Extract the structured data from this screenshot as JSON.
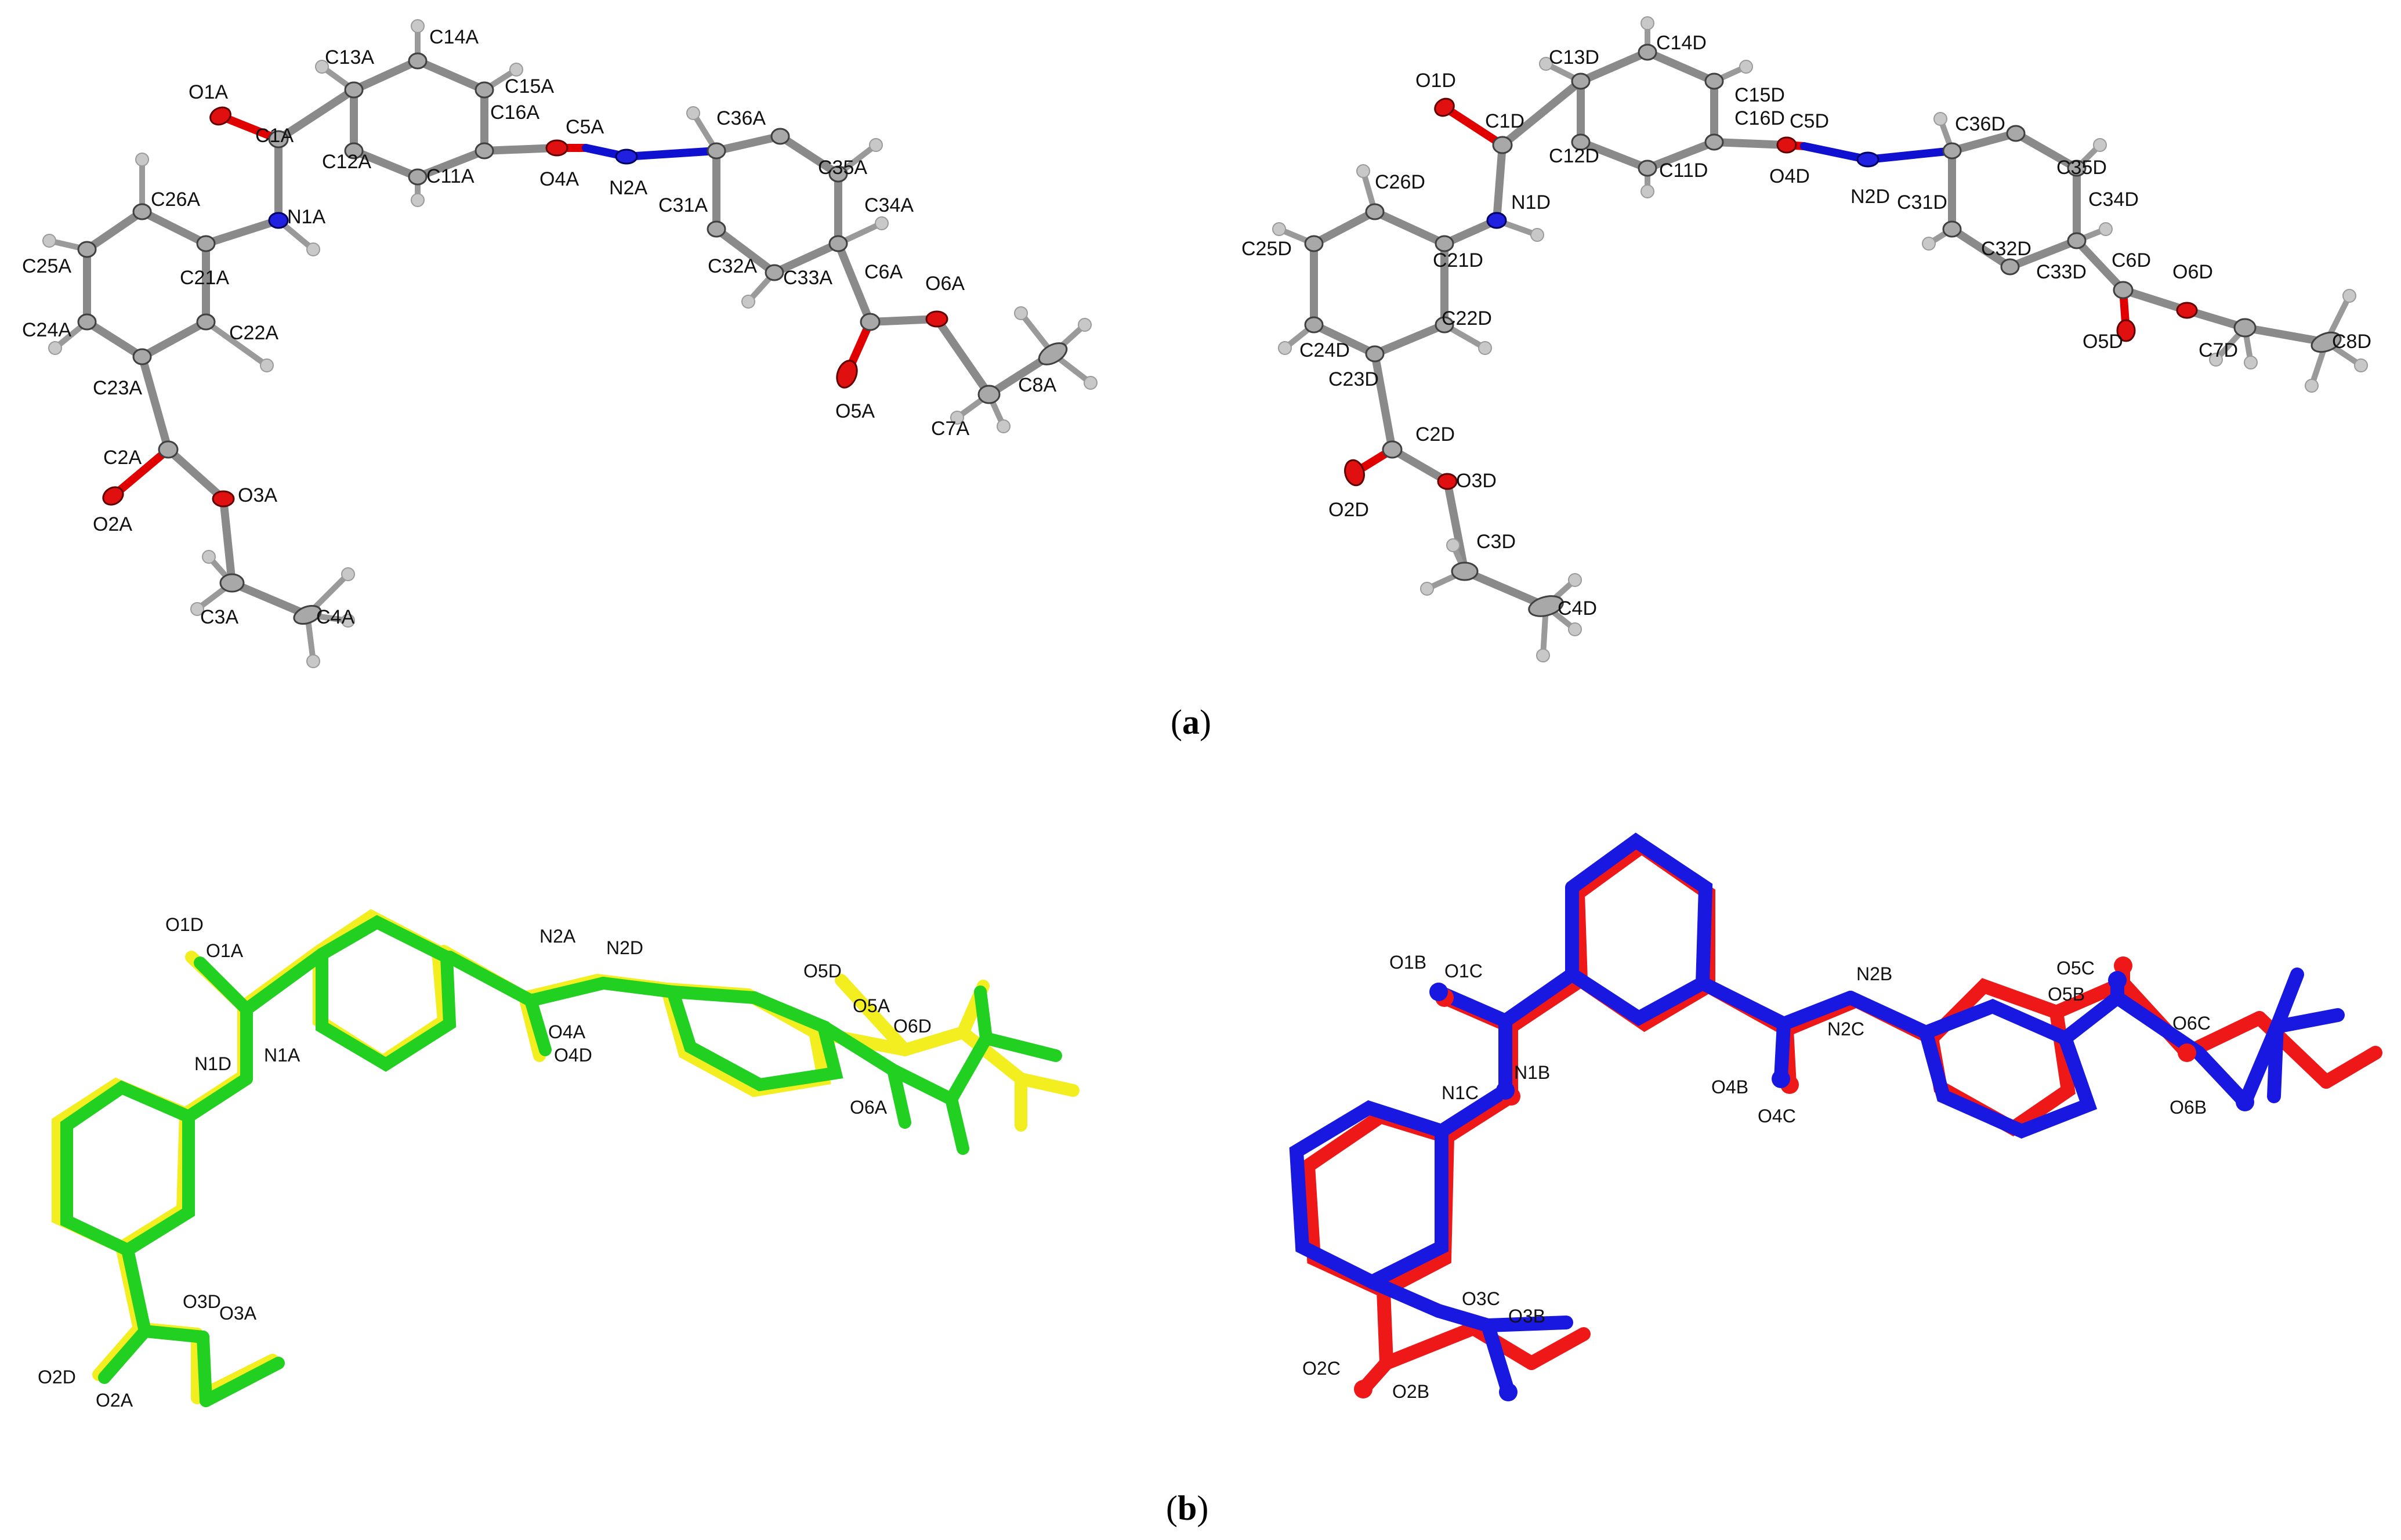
{
  "panels": {
    "a": {
      "caption": "(a)",
      "molecule_A_labels": [
        "O1A",
        "C1A",
        "C12A",
        "C13A",
        "C14A",
        "C15A",
        "C16A",
        "C11A",
        "C5A",
        "O4A",
        "N2A",
        "C36A",
        "C31A",
        "C35A",
        "C34A",
        "C32A",
        "C33A",
        "C6A",
        "O6A",
        "O5A",
        "C7A",
        "C8A",
        "N1A",
        "C26A",
        "C21A",
        "C25A",
        "C24A",
        "C22A",
        "C23A",
        "C2A",
        "O3A",
        "O2A",
        "C3A",
        "C4A"
      ],
      "molecule_D_labels": [
        "O1D",
        "C1D",
        "C13D",
        "C14D",
        "C15D",
        "C16D",
        "C5D",
        "C12D",
        "C11D",
        "O4D",
        "N2D",
        "C36D",
        "C35D",
        "C34D",
        "C31D",
        "C32D",
        "C33D",
        "C6D",
        "O6D",
        "O5D",
        "C7D",
        "C8D",
        "N1D",
        "C26D",
        "C21D",
        "C25D",
        "C24D",
        "C22D",
        "C23D",
        "C2D",
        "O3D",
        "O2D",
        "C3D",
        "C4D"
      ]
    },
    "b": {
      "caption": "(b)",
      "overlay_AD_labels": [
        "O1D",
        "O1A",
        "N1D",
        "N1A",
        "N2A",
        "N2D",
        "O4A",
        "O4D",
        "O5D",
        "O5A",
        "O6D",
        "O6A",
        "O3D",
        "O3A",
        "O2D",
        "O2A"
      ],
      "overlay_BC_labels": [
        "O1B",
        "O1C",
        "N1C",
        "N1B",
        "N2B",
        "N2C",
        "O4B",
        "O4C",
        "O5C",
        "O5B",
        "O6C",
        "O6B",
        "O3C",
        "O3B",
        "O2C",
        "O2B"
      ]
    }
  },
  "legend_colors": {
    "molecule_A_overlay": "#22d022",
    "molecule_D_overlay": "#f2ee20",
    "molecule_B_overlay": "#1818e0",
    "molecule_C_overlay": "#ee1818",
    "oxygen": "#e01010",
    "nitrogen": "#2020e0",
    "carbon": "#a8a8a8",
    "hydrogen": "#c8c8c8"
  }
}
